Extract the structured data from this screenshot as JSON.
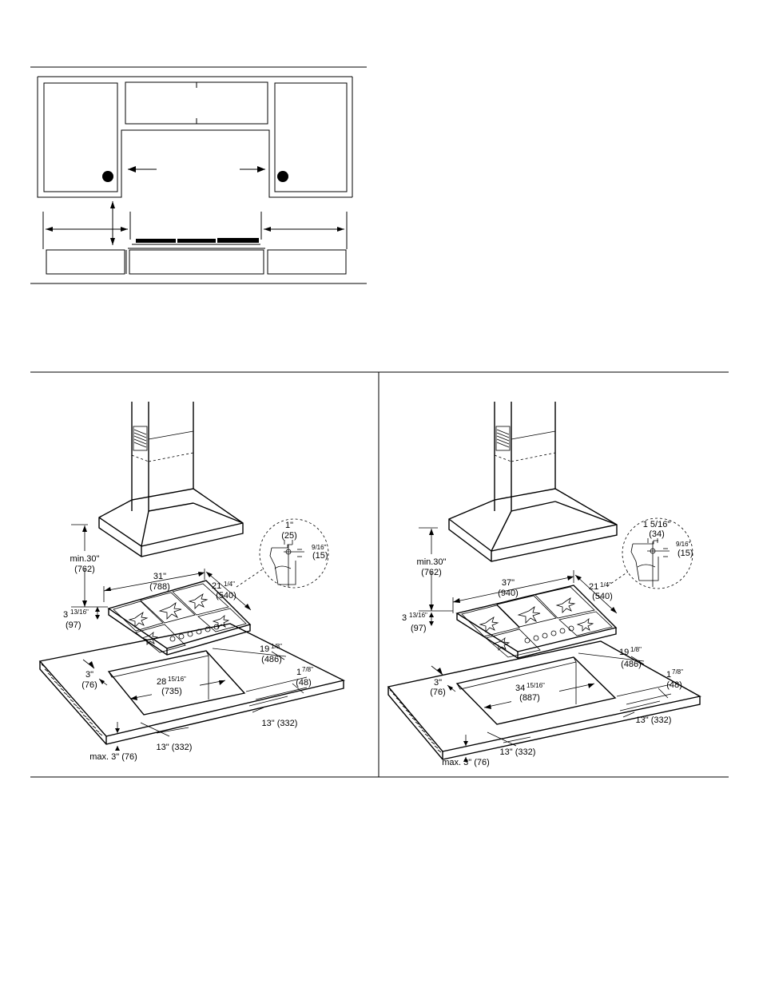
{
  "cabinet_diagram": {
    "labels": []
  },
  "figure_30in": {
    "hood_height_in": "min.30\"",
    "hood_height_mm": "(762)",
    "width_in_whole": "31\"",
    "width_mm": "(788)",
    "depth_in_whole": "21",
    "depth_in_frac": "1/4\"",
    "depth_mm": "(540)",
    "height_in_whole": "3",
    "height_in_frac": "13/16\"",
    "height_mm": "(97)",
    "cutout_depth_in_whole": "19",
    "cutout_depth_in_frac": "1/8\"",
    "cutout_depth_mm": "(486)",
    "cutout_width_in_whole": "28",
    "cutout_width_in_frac": "15/16\"",
    "cutout_width_mm": "(735)",
    "front_clear_in": "3\"",
    "front_clear_mm": "(76)",
    "back_clear_in_whole": "1",
    "back_clear_in_frac": "7/8\"",
    "back_clear_mm": "(48)",
    "side_right": "13\" (332)",
    "side_left": "13\" (332)",
    "max_thickness": "max. 3\" (76)",
    "detail_top_in": "1\"",
    "detail_top_mm": "(25)",
    "detail_side_in": "9/16\"",
    "detail_side_mm": "(15)"
  },
  "figure_36in": {
    "hood_height_in": "min.30\"",
    "hood_height_mm": "(762)",
    "width_in_whole": "37\"",
    "width_mm": "(940)",
    "depth_in_whole": "21",
    "depth_in_frac": "1/4\"",
    "depth_mm": "(540)",
    "height_in_whole": "3",
    "height_in_frac": "13/16\"",
    "height_mm": "(97)",
    "cutout_depth_in_whole": "19",
    "cutout_depth_in_frac": "1/8\"",
    "cutout_depth_mm": "(486)",
    "cutout_width_in_whole": "34",
    "cutout_width_in_frac": "15/16\"",
    "cutout_width_mm": "(887)",
    "front_clear_in": "3\"",
    "front_clear_mm": "(76)",
    "back_clear_in_whole": "1",
    "back_clear_in_frac": "7/8\"",
    "back_clear_mm": "(48)",
    "side_right": "13\" (332)",
    "side_left": "13\" (332)",
    "max_thickness": "max. 3\" (76)",
    "detail_top_in": "1 5/16\"",
    "detail_top_mm": "(34)",
    "detail_side_in": "9/16\"",
    "detail_side_mm": "(15)"
  }
}
